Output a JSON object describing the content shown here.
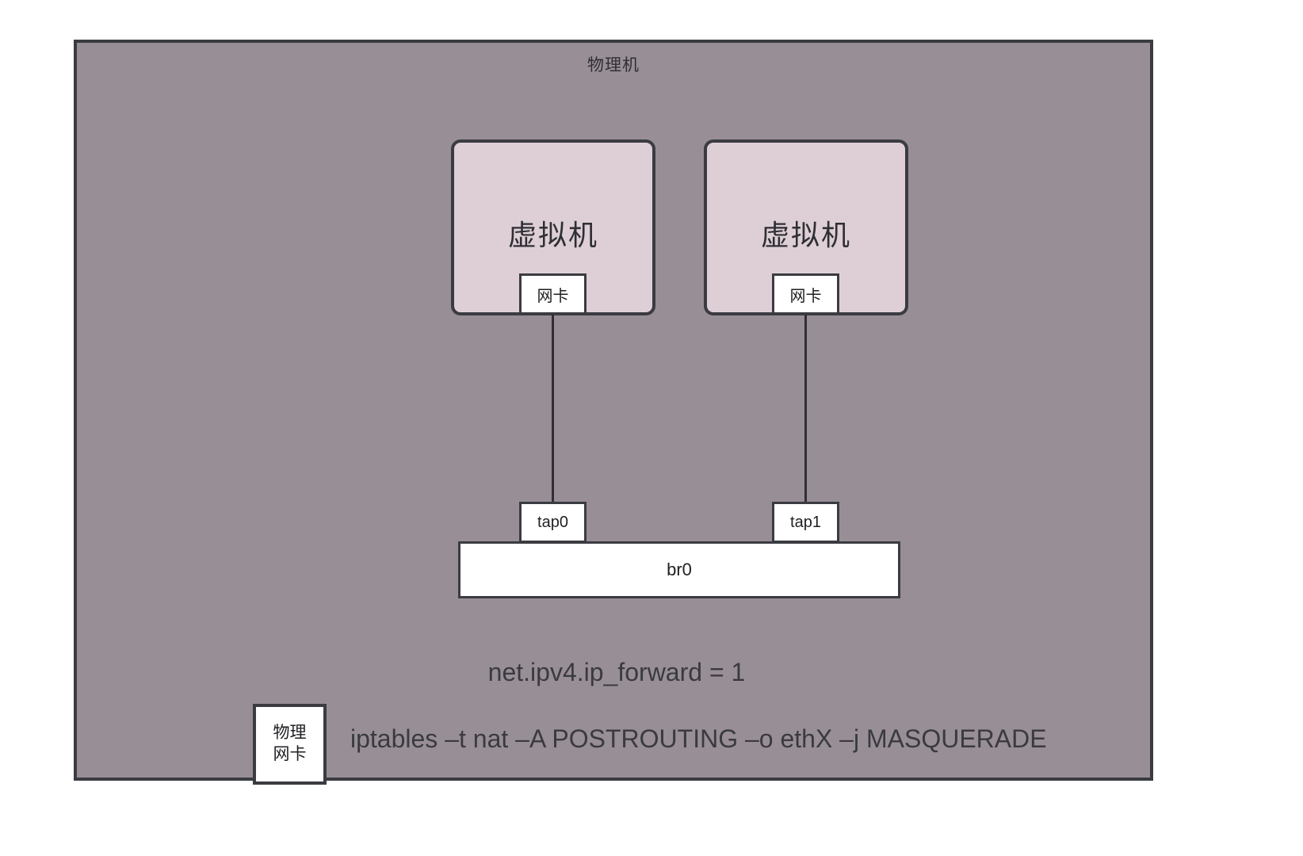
{
  "diagram": {
    "host": {
      "title": "物理机",
      "bg_color": "#988e96",
      "border_color": "#3b3b42"
    },
    "vms": [
      {
        "label": "虚拟机",
        "nic_label": "网卡",
        "tap_label": "tap0",
        "bg_color": "#decfd6"
      },
      {
        "label": "虚拟机",
        "nic_label": "网卡",
        "tap_label": "tap1",
        "bg_color": "#decfd6"
      }
    ],
    "bridge": {
      "label": "br0",
      "bg_color": "#ffffff"
    },
    "sysctl": {
      "text": "net.ipv4.ip_forward = 1"
    },
    "physical_nic": {
      "line1": "物理",
      "line2": "网卡"
    },
    "iptables": {
      "command": "iptables –t nat –A POSTROUTING –o ethX –j MASQUERADE"
    }
  }
}
